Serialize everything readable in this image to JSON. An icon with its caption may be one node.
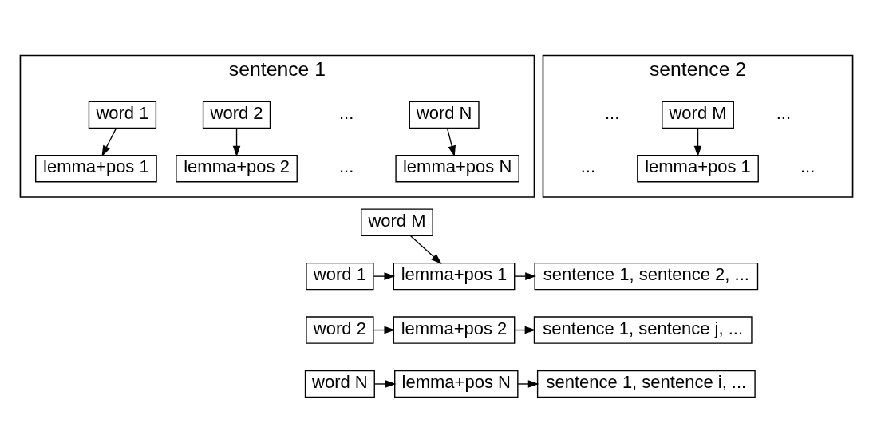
{
  "diagram": {
    "nodes": [
      {
        "text": [
          "sentence 1"
        ]
      },
      {
        "text": [
          "word 1"
        ],
        "in": 0
      },
      {
        "text": [
          "word 2"
        ],
        "in": 0
      },
      {
        "text": [
          "word N"
        ],
        "in": 0
      },
      {
        "text": [
          "lemma+pos 1"
        ],
        "in": 0
      },
      {
        "text": [
          "lemma+pos 2"
        ],
        "in": 0
      },
      {
        "text": [
          "lemma+pos N"
        ],
        "in": 0
      },
      {
        "text": [
          "sentence 2"
        ]
      },
      {
        "text": [
          "word M"
        ],
        "in": 7
      },
      {
        "text": [
          "lemma+pos 1"
        ],
        "in": 7
      },
      {
        "text": [
          "word M"
        ]
      },
      {
        "text": [
          "word 1"
        ]
      },
      {
        "text": [
          "lemma+pos 1"
        ]
      },
      {
        "text": [
          "sentence 1, sentence 2, ..."
        ]
      },
      {
        "text": [
          "word 2"
        ]
      },
      {
        "text": [
          "lemma+pos 2"
        ]
      },
      {
        "text": [
          "sentence 1, sentence j, ..."
        ]
      },
      {
        "text": [
          "word N"
        ]
      },
      {
        "text": [
          "lemma+pos N"
        ]
      },
      {
        "text": [
          "sentence 1, sentence i, ..."
        ]
      }
    ],
    "edges": [
      {
        "from": 1,
        "to": 4,
        "arrow": "to"
      },
      {
        "from": 2,
        "to": 5,
        "arrow": "to"
      },
      {
        "from": 3,
        "to": 6,
        "arrow": "to"
      },
      {
        "from": 8,
        "to": 9,
        "arrow": "to"
      },
      {
        "from": 10,
        "to": 12,
        "arrow": "to"
      },
      {
        "from": 11,
        "to": 12,
        "arrow": "to"
      },
      {
        "from": 12,
        "to": 13,
        "arrow": "to"
      },
      {
        "from": 14,
        "to": 15,
        "arrow": "to"
      },
      {
        "from": 15,
        "to": 16,
        "arrow": "to"
      },
      {
        "from": 17,
        "to": 18,
        "arrow": "to"
      },
      {
        "from": 18,
        "to": 19,
        "arrow": "to"
      }
    ],
    "labels": [
      "...",
      "...",
      "...",
      "...",
      "...",
      "..."
    ]
  }
}
